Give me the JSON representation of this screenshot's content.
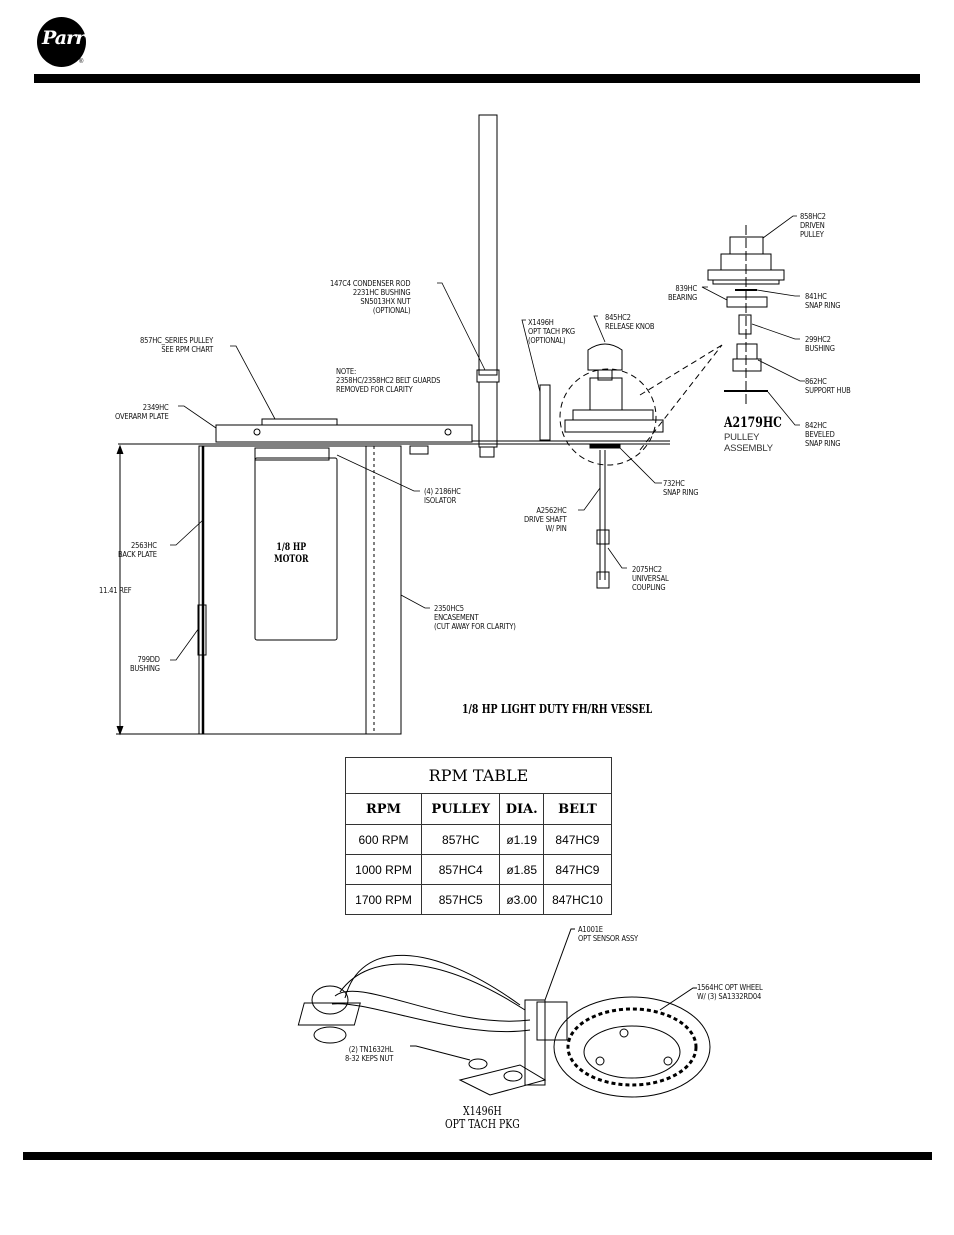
{
  "header": {
    "logo_text": "Parr",
    "logo_registered": "®"
  },
  "labels": {
    "condenser_rod": "147C4 CONDENSER ROD\n2231HC BUSHING\nSN5013HX NUT\n(OPTIONAL)",
    "series_pulley": "857HC_SERIES PULLEY\nSEE RPM CHART",
    "note": "NOTE:\n2358HC/2358HC2 BELT GUARDS\nREMOVED FOR CLARITY",
    "overarm_plate": "2349HC\nOVERARM PLATE",
    "opt_tach_pkg": "X1496H\nOPT TACH PKG\n(OPTIONAL)",
    "release_knob": "845HC2\nRELEASE KNOB",
    "driven_pulley": "858HC2\nDRIVEN\nPULLEY",
    "bearing": "839HC\nBEARING",
    "snap_ring_841": "841HC\nSNAP RING",
    "bushing_299": "299HC2\nBUSHING",
    "support_hub": "862HC\nSUPPORT HUB",
    "beveled_snap_ring": "842HC\nBEVELED\nSNAP RING",
    "pulley_assembly_code": "A2179HC",
    "pulley_assembly_text": "PULLEY\nASSEMBLY",
    "snap_ring_732": "732HC\nSNAP RING",
    "isolator": "(4) 2186HC\nISOLATOR",
    "back_plate": "2563HC\nBACK PLATE",
    "motor": "1/8 HP\nMOTOR",
    "drive_shaft": "A2562HC\nDRIVE SHAFT\nW/ PIN",
    "universal_coupling": "2075HC2\nUNIVERSAL\nCOUPLING",
    "height_ref": "11.41 REF",
    "encasement": "2350HC5\nENCASEMENT\n(CUT AWAY FOR CLARITY)",
    "bushing_799": "799DD\nBUSHING",
    "vessel_title": "1/8 HP LIGHT DUTY FH/RH VESSEL"
  },
  "rpm_table": {
    "caption": "RPM TABLE",
    "headers": [
      "RPM",
      "PULLEY",
      "DIA.",
      "BELT"
    ],
    "rows": [
      [
        "600 RPM",
        "857HC",
        "ø1.19",
        "847HC9"
      ],
      [
        "1000 RPM",
        "857HC4",
        "ø1.85",
        "847HC9"
      ],
      [
        "1700 RPM",
        "857HC5",
        "ø3.00",
        "847HC10"
      ]
    ]
  },
  "tach_labels": {
    "sensor_assy": "A1001E\nOPT SENSOR ASSY",
    "opt_wheel": "1564HC OPT WHEEL\nW/ (3) SA1332RD04",
    "keps_nut": "(2) TN1632HL\n8-32 KEPS NUT",
    "tach_title": "X1496H\nOPT TACH PKG"
  }
}
